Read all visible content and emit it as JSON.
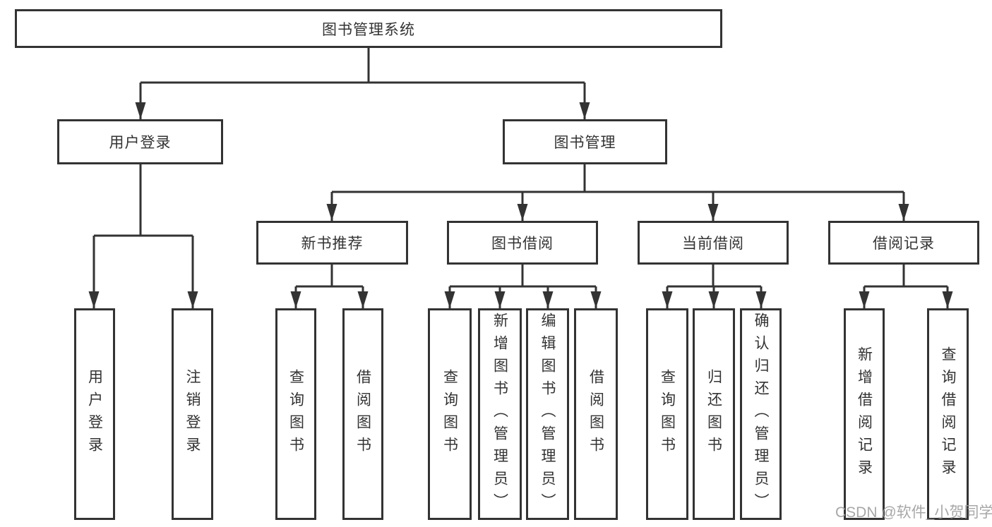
{
  "tree": {
    "root": {
      "label": "图书管理系统"
    },
    "branches": [
      {
        "label": "用户登录",
        "leaves": [
          {
            "label": "用户登录"
          },
          {
            "label": "注销登录"
          }
        ]
      },
      {
        "label": "图书管理",
        "groups": [
          {
            "label": "新书推荐",
            "leaves": [
              {
                "label": "查询图书"
              },
              {
                "label": "借阅图书"
              }
            ]
          },
          {
            "label": "图书借阅",
            "leaves": [
              {
                "label": "查询图书"
              },
              {
                "label": "新增图书（管理员）"
              },
              {
                "label": "编辑图书（管理员）"
              },
              {
                "label": "借阅图书"
              }
            ]
          },
          {
            "label": "当前借阅",
            "leaves": [
              {
                "label": "查询图书"
              },
              {
                "label": "归还图书"
              },
              {
                "label": "确认归还（管理员）"
              }
            ]
          },
          {
            "label": "借阅记录",
            "leaves": [
              {
                "label": "新增借阅记录"
              },
              {
                "label": "查询借阅记录"
              }
            ]
          }
        ]
      }
    ]
  },
  "watermark": "CSDN @软件_小贺同学",
  "colors": {
    "line": "#333333",
    "text": "#333333",
    "background": "#ffffff",
    "watermark": "#9e9e9e"
  }
}
